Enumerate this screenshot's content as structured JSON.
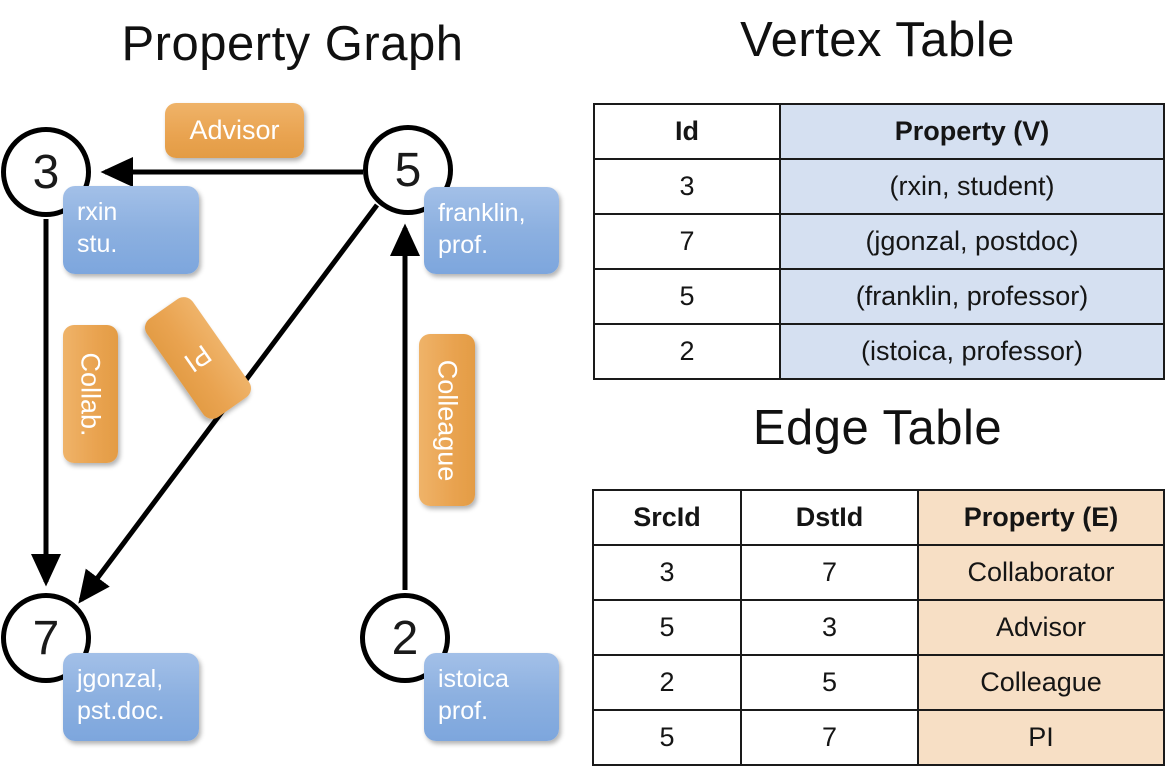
{
  "titles": {
    "property_graph": "Property Graph",
    "vertex_table": "Vertex Table",
    "edge_table": "Edge Table"
  },
  "graph": {
    "nodes": [
      {
        "id": "3",
        "property_line1": "rxin",
        "property_line2": "stu."
      },
      {
        "id": "5",
        "property_line1": "franklin,",
        "property_line2": "prof."
      },
      {
        "id": "7",
        "property_line1": "jgonzal,",
        "property_line2": "pst.doc."
      },
      {
        "id": "2",
        "property_line1": "istoica",
        "property_line2": "prof."
      }
    ],
    "edge_labels": [
      {
        "name": "advisor",
        "text": "Advisor"
      },
      {
        "name": "collab",
        "text": "Collab."
      },
      {
        "name": "pi",
        "text": "PI"
      },
      {
        "name": "colleague",
        "text": "Colleague"
      }
    ],
    "edges": [
      {
        "src": "5",
        "dst": "3",
        "label": "Advisor"
      },
      {
        "src": "3",
        "dst": "7",
        "label": "Collab."
      },
      {
        "src": "5",
        "dst": "7",
        "label": "PI"
      },
      {
        "src": "2",
        "dst": "5",
        "label": "Colleague"
      }
    ]
  },
  "vertex_table": {
    "headers": [
      "Id",
      "Property (V)"
    ],
    "rows": [
      {
        "id": "3",
        "property": "(rxin, student)"
      },
      {
        "id": "7",
        "property": "(jgonzal, postdoc)"
      },
      {
        "id": "5",
        "property": "(franklin, professor)"
      },
      {
        "id": "2",
        "property": "(istoica, professor)"
      }
    ]
  },
  "edge_table": {
    "headers": [
      "SrcId",
      "DstId",
      "Property (E)"
    ],
    "rows": [
      {
        "src": "3",
        "dst": "7",
        "property": "Collaborator"
      },
      {
        "src": "5",
        "dst": "3",
        "property": "Advisor"
      },
      {
        "src": "2",
        "dst": "5",
        "property": "Colleague"
      },
      {
        "src": "5",
        "dst": "7",
        "property": "PI"
      }
    ]
  },
  "colors": {
    "vertex_property_fill": "#d5e0f1",
    "edge_property_fill": "#f7dfc5",
    "node_callout_blue": "#8cb0e0",
    "edge_callout_orange": "#e9a350",
    "stroke": "#000000"
  }
}
